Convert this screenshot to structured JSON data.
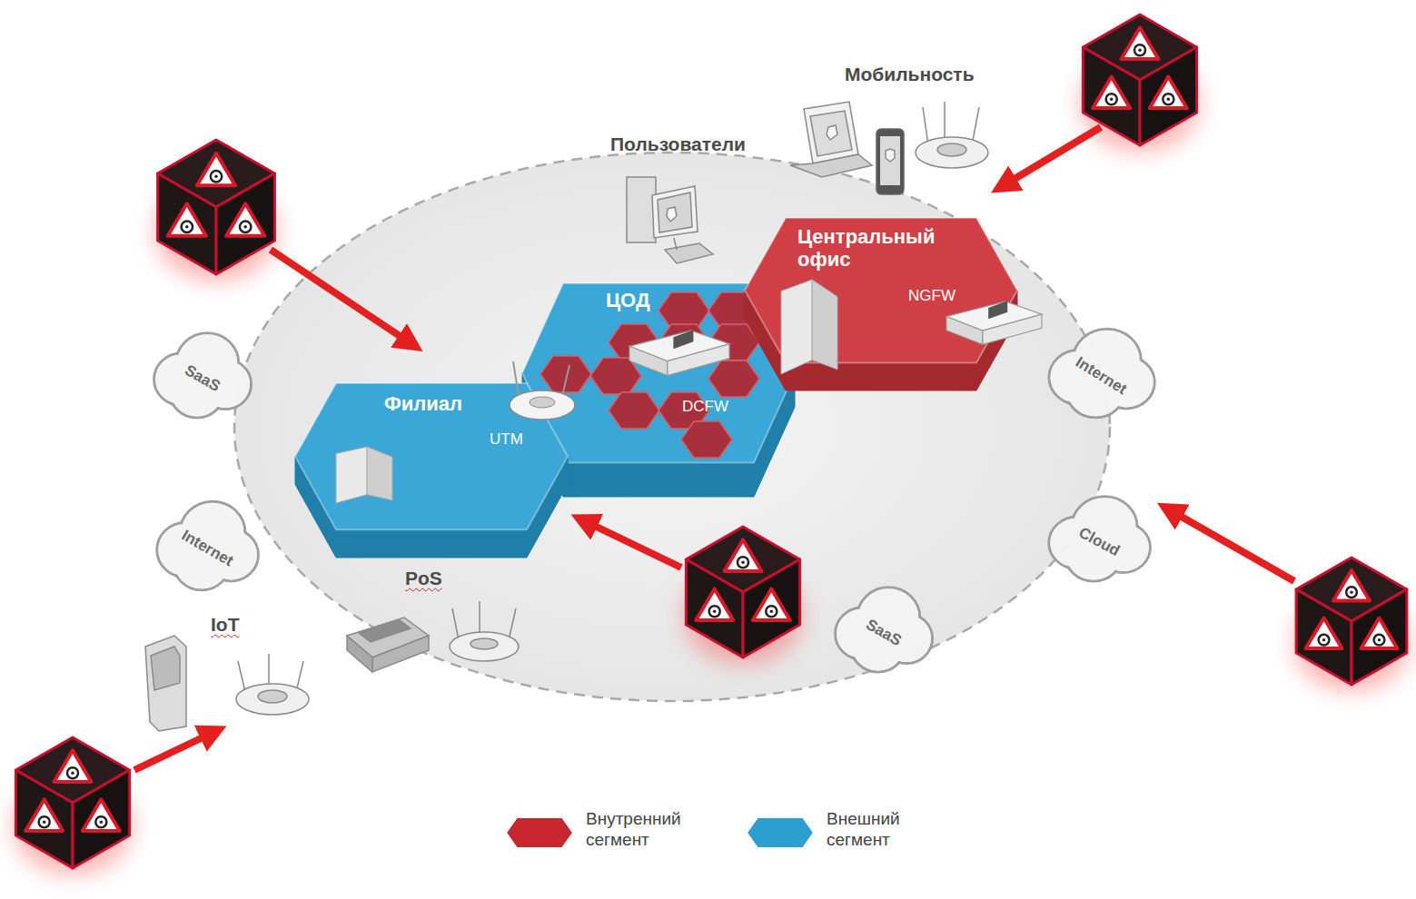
{
  "diagram": {
    "nodes": [
      {
        "text": [
          "Центральный офис",
          "NGFW"
        ]
      },
      {
        "text": [
          "ЦОД",
          "DCFW"
        ]
      },
      {
        "text": [
          "SaaS"
        ]
      },
      {
        "text": [
          "Internet"
        ]
      },
      {
        "text": [
          "Филиал",
          "UTM"
        ]
      },
      {
        "text": [
          "Internet"
        ]
      },
      {
        "text": [
          "Cloud"
        ]
      },
      {
        "text": [
          "SaaS"
        ]
      }
    ],
    "labels": [
      "Мобильность",
      "Пользователи",
      "PoS",
      "IoT"
    ],
    "legend": [
      {
        "text": "Внутренний сегмент",
        "color": "#c8262e"
      },
      {
        "text": "Внешний сегмент",
        "color": "#2a9fd0"
      }
    ]
  }
}
